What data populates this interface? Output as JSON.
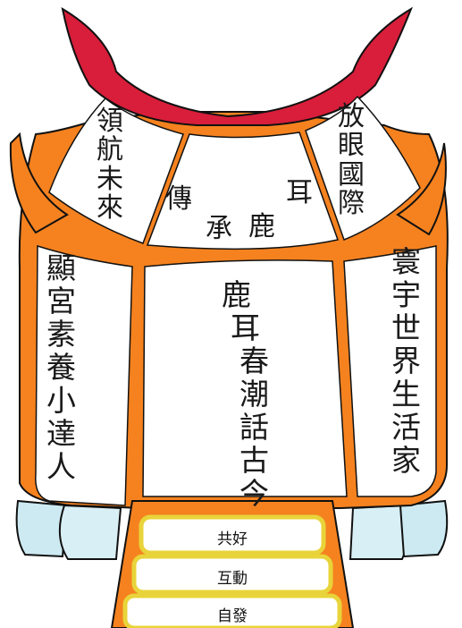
{
  "panels": {
    "top_left": "領航未來",
    "top_right": "放眼國際",
    "center_top": [
      "傳",
      "承",
      "鹿",
      "耳"
    ],
    "left": "顯宮素養小達人",
    "center": "鹿耳春潮話古今",
    "right": "寰宇世界生活家"
  },
  "steps": [
    "共好",
    "互動",
    "自發"
  ],
  "colors": {
    "roof": "#d81e3a",
    "frame": "#f5821f",
    "steps_border": "#e8d43a",
    "base": "#cdeaf2",
    "outline": "#111111"
  }
}
